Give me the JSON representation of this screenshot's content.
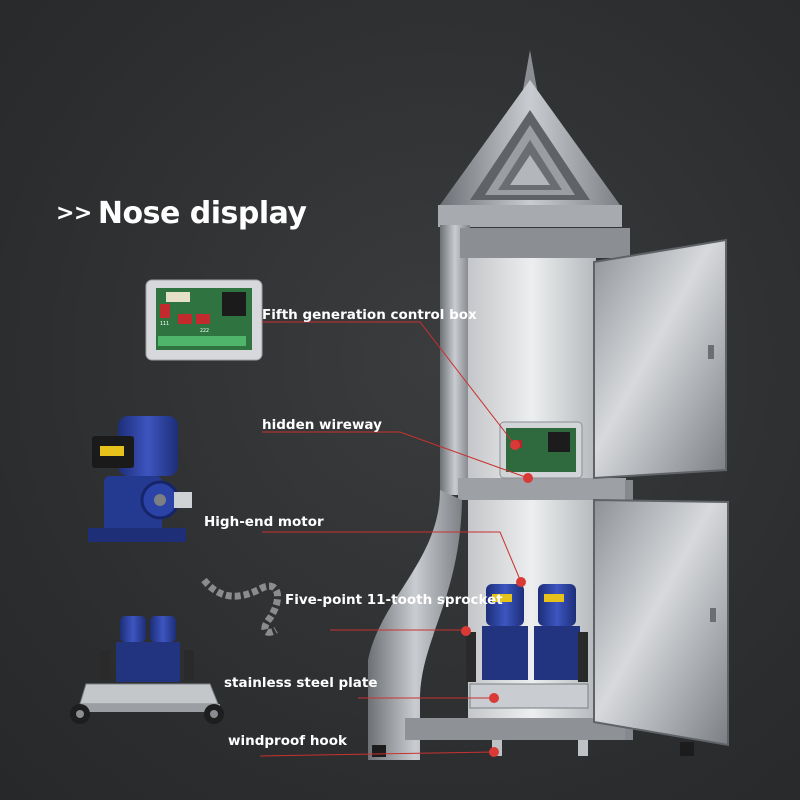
{
  "title": {
    "arrows": ">>",
    "text": "Nose display"
  },
  "callouts": {
    "control_box": "Fifth generation control box",
    "wireway": "hidden wireway",
    "motor": "High-end motor",
    "sprocket": "Five-point 11-tooth sprocket",
    "plate": "stainless steel plate",
    "hook": "windproof hook"
  },
  "control_board_text": {
    "left_block": "111",
    "right_block": "222"
  },
  "colors": {
    "background": "#2f3133",
    "callout_line": "#c8322f",
    "callout_dot": "#d93a36",
    "motor_blue": "#2b3f9a",
    "steel": "#9a9ea3"
  }
}
